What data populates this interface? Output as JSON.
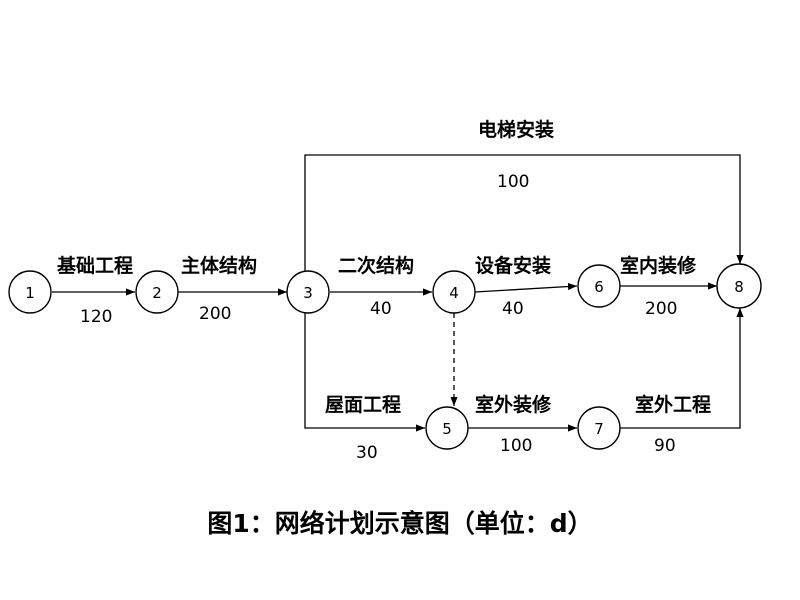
{
  "nodes": [
    {
      "id": "1",
      "label": "1"
    },
    {
      "id": "2",
      "label": "2"
    },
    {
      "id": "3",
      "label": "3"
    },
    {
      "id": "4",
      "label": "4"
    },
    {
      "id": "5",
      "label": "5"
    },
    {
      "id": "6",
      "label": "6"
    },
    {
      "id": "7",
      "label": "7"
    },
    {
      "id": "8",
      "label": "8"
    }
  ],
  "activities": [
    {
      "from": "1",
      "to": "2",
      "name": "基础工程",
      "duration": "120"
    },
    {
      "from": "2",
      "to": "3",
      "name": "主体结构",
      "duration": "200"
    },
    {
      "from": "3",
      "to": "4",
      "name": "二次结构",
      "duration": "40"
    },
    {
      "from": "4",
      "to": "6",
      "name": "设备安装",
      "duration": "40"
    },
    {
      "from": "6",
      "to": "8",
      "name": "室内装修",
      "duration": "200"
    },
    {
      "from": "3",
      "to": "8",
      "name": "电梯安装",
      "duration": "100"
    },
    {
      "from": "3",
      "to": "5",
      "name": "屋面工程",
      "duration": "30"
    },
    {
      "from": "5",
      "to": "7",
      "name": "室外装修",
      "duration": "100"
    },
    {
      "from": "7",
      "to": "8",
      "name": "室外工程",
      "duration": "90"
    },
    {
      "from": "4",
      "to": "5",
      "name": "",
      "duration": "",
      "dummy": true
    }
  ],
  "caption": "图1：网络计划示意图（单位：d）"
}
